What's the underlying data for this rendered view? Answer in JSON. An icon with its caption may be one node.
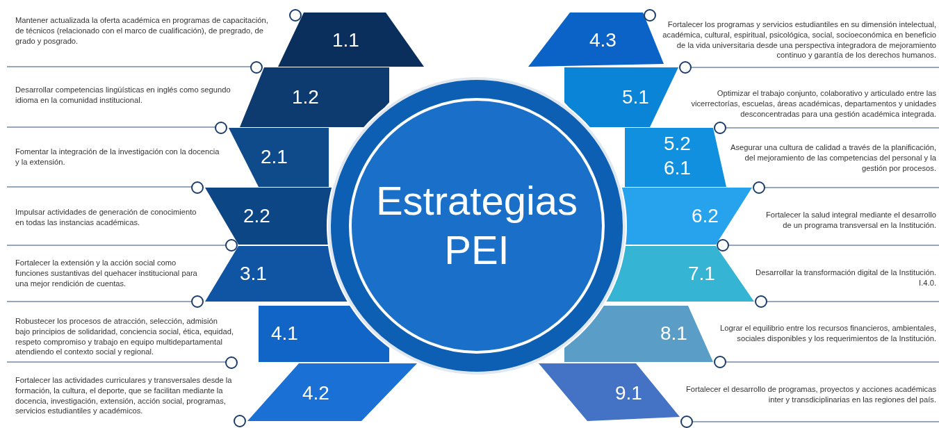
{
  "diagram": {
    "nodes": [
      {
        "text": [
          "Estrategias PEI"
        ]
      },
      {
        "text": [
          "1.1"
        ],
        "beside": [
          "Mantener actualizada la oferta académica en programas de capacitación, de técnicos (relacionado con el marco de cualificación), de pregrado, de grado y posgrado."
        ]
      },
      {
        "text": [
          "1.2"
        ],
        "beside": [
          "Desarrollar competencias lingüísticas en inglés como segundo idioma en la comunidad institucional."
        ]
      },
      {
        "text": [
          "2.1"
        ],
        "beside": [
          "Fomentar la integración de la investigación con la docencia y la extensión."
        ]
      },
      {
        "text": [
          "2.2"
        ],
        "beside": [
          "Impulsar actividades de generación de conocimiento en todas las instancias académicas."
        ]
      },
      {
        "text": [
          "3.1"
        ],
        "beside": [
          "Fortalecer la extensión y la acción social como funciones sustantivas del quehacer institucional para una mejor rendición de cuentas."
        ]
      },
      {
        "text": [
          "4.1"
        ],
        "beside": [
          "Robustecer los procesos de atracción, selección, admisión bajo principios de solidaridad, conciencia social, ética, equidad, respeto compromiso y trabajo en equipo multidepartamental atendiendo el contexto social y regional."
        ]
      },
      {
        "text": [
          "4.2"
        ],
        "beside": [
          "Fortalecer las actividades curriculares y transversales desde la formación, la cultura, el deporte, que se facilitan mediante la docencia, investigación, extensión, acción social, programas, servicios estudiantiles y académicos."
        ]
      },
      {
        "text": [
          "4.3"
        ],
        "beside": [
          "Fortalecer los programas y servicios estudiantiles en su dimensión intelectual, académica, cultural, espiritual, psicológica, social, socioeconómica en beneficio de la vida universitaria desde una perspectiva integradora de mejoramiento continuo y garantía de los derechos humanos."
        ]
      },
      {
        "text": [
          "5.1"
        ],
        "beside": [
          "Optimizar el trabajo conjunto, colaborativo y articulado entre las vicerrectorías, escuelas, áreas académicas, departamentos y unidades desconcentradas para una gestión académica integrada."
        ]
      },
      {
        "text": [
          "5.2",
          "6.1"
        ],
        "beside": [
          "Asegurar una cultura de calidad a través de la planificación, del mejoramiento de las competencias del personal y la gestión por procesos."
        ]
      },
      {
        "text": [
          "6.2"
        ],
        "beside": [
          "Fortalecer la salud integral mediante el desarrollo de un programa transversal en la Institución."
        ]
      },
      {
        "text": [
          "7.1"
        ],
        "beside": [
          "Desarrollar la transformación digital de la Institución. I.4.0."
        ]
      },
      {
        "text": [
          "8.1"
        ],
        "beside": [
          "Lograr el equilibrio entre los recursos financieros, ambientales, sociales disponibles y los requerimientos de la Institución."
        ]
      },
      {
        "text": [
          "9.1"
        ],
        "beside": [
          "Fortalecer el desarrollo de programas, proyectos y acciones académicas inter y transdiciplinarias en las regiones del país."
        ]
      }
    ]
  }
}
